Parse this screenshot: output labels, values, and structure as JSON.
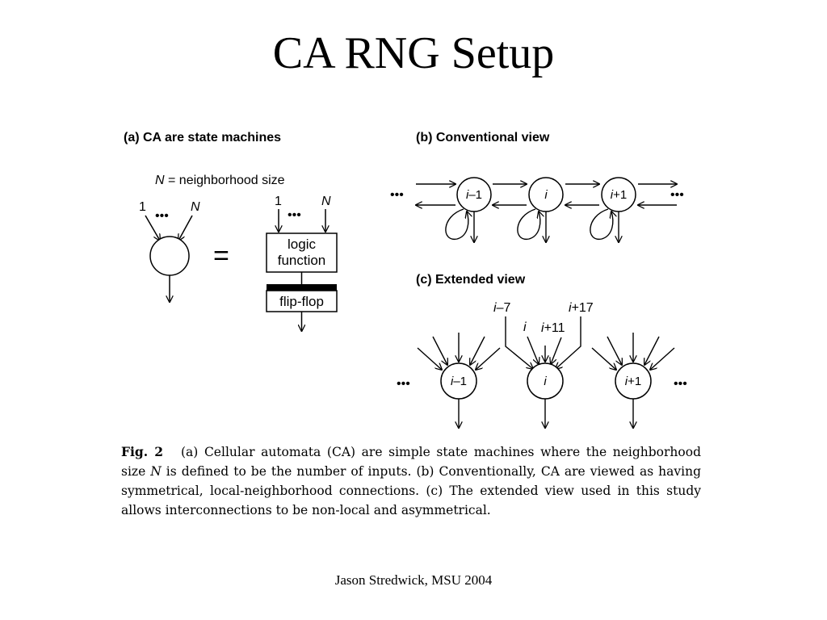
{
  "title": "CA RNG Setup",
  "panel_a": {
    "heading": "(a) CA are state machines",
    "n_def_var": "N",
    "n_def_text": " = neighborhood size",
    "input_first": "1",
    "input_dots": "•••",
    "input_last": "N",
    "equals": "=",
    "logic_line1": "logic",
    "logic_line2": "function",
    "flipflop": "flip-flop"
  },
  "panel_b": {
    "heading": "(b) Conventional view",
    "dots": "•••",
    "node_left_var": "i",
    "node_left_suffix": "–1",
    "node_mid_var": "i",
    "node_right_var": "i",
    "node_right_suffix": "+1"
  },
  "panel_c": {
    "heading": "(c) Extended view",
    "dots": "•••",
    "in_minus7_var": "i",
    "in_minus7_suffix": "–7",
    "in_plus17_var": "i",
    "in_plus17_suffix": "+17",
    "in_i_var": "i",
    "in_plus11_var": "i",
    "in_plus11_suffix": "+11",
    "node_left_var": "i",
    "node_left_suffix": "–1",
    "node_mid_var": "i",
    "node_right_var": "i",
    "node_right_suffix": "+1"
  },
  "caption": {
    "label": "Fig. 2",
    "text_1": "(a) Cellular automata (CA) are simple state machines where the neighborhood size ",
    "var_n": "N",
    "text_2": " is defined to be the number of inputs. (b) Conventionally, CA are viewed as having symmetrical, local-neighborhood connections. (c) The extended view used in this study allows interconnections to be non-local and asymmetrical."
  },
  "footer": "Jason Stredwick, MSU 2004"
}
